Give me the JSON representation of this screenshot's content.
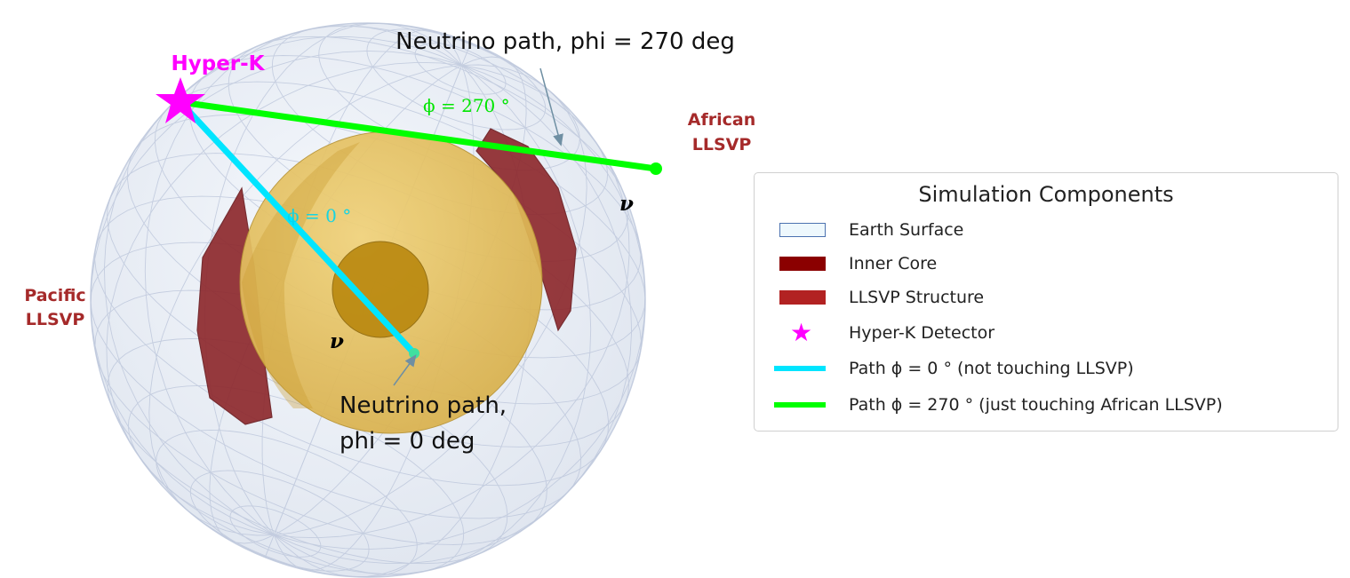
{
  "labels": {
    "hyperk": "Hyper-K",
    "african": [
      "African",
      "LLSVP"
    ],
    "pacific": [
      "Pacific",
      "LLSVP"
    ],
    "phi270": "ϕ = 270 °",
    "phi0": "ϕ = 0 °",
    "nu_top": "ν",
    "nu_bottom": "ν"
  },
  "annotations": {
    "path270": "Neutrino path, phi = 270 deg",
    "path0_line1": "Neutrino path,",
    "path0_line2": "phi = 0 deg"
  },
  "legend": {
    "title": "Simulation Components",
    "items": [
      {
        "label": "Earth Surface",
        "kind": "rect-outline",
        "fill": "#eef8fd",
        "stroke": "#4c72b0"
      },
      {
        "label": "Inner Core",
        "kind": "rect",
        "fill": "#8b0000"
      },
      {
        "label": "LLSVP Structure",
        "kind": "rect",
        "fill": "#b22222"
      },
      {
        "label": "Hyper-K Detector",
        "kind": "star",
        "fill": "#ff00ff"
      },
      {
        "label": "Path ϕ = 0 °  (not touching LLSVP)",
        "kind": "line",
        "fill": "#00e5ff"
      },
      {
        "label": "Path ϕ = 270 °  (just touching African LLSVP)",
        "kind": "line",
        "fill": "#00ff00"
      }
    ]
  },
  "colors": {
    "hyperk": "#ff00ff",
    "llsvp_label": "#a52a2a",
    "path0": "#00e5ff",
    "path270": "#00ff00",
    "outer_core": "#f2c94c",
    "inner_core": "#b8860b",
    "llsvp": "#8e2a2e",
    "sphere_grid": "#b9c3d9"
  }
}
